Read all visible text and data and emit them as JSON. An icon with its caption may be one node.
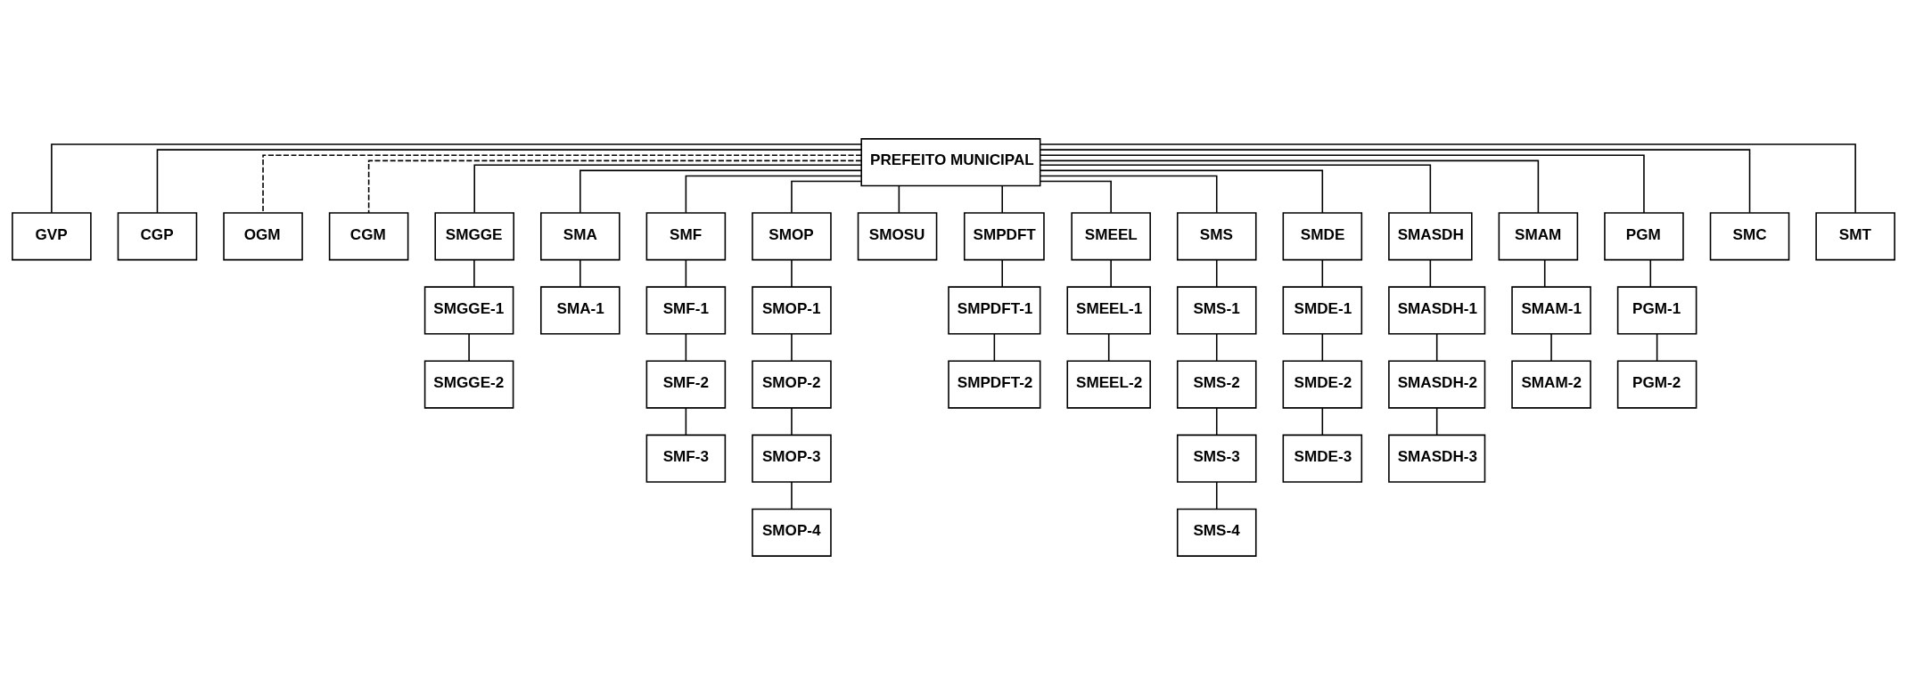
{
  "diagram": {
    "nodes": [
      {
        "text": [
          "PREFEITO MUNICIPAL"
        ]
      },
      {
        "text": [
          "GVP"
        ]
      },
      {
        "text": [
          "CGP"
        ]
      },
      {
        "text": [
          "OGM"
        ]
      },
      {
        "text": [
          "CGM"
        ]
      },
      {
        "text": [
          "SMGGE"
        ]
      },
      {
        "text": [
          "SMA"
        ]
      },
      {
        "text": [
          "SMF"
        ]
      },
      {
        "text": [
          "SMOP"
        ]
      },
      {
        "text": [
          "SMOSU"
        ]
      },
      {
        "text": [
          "SMPDFT"
        ]
      },
      {
        "text": [
          "SMEEL"
        ]
      },
      {
        "text": [
          "SMS"
        ]
      },
      {
        "text": [
          "SMDE"
        ]
      },
      {
        "text": [
          "SMASDH"
        ]
      },
      {
        "text": [
          "SMAM"
        ]
      },
      {
        "text": [
          "PGM"
        ]
      },
      {
        "text": [
          "SMC"
        ]
      },
      {
        "text": [
          "SMT"
        ]
      },
      {
        "text": [
          "SMGGE-1"
        ]
      },
      {
        "text": [
          "SMA-1"
        ]
      },
      {
        "text": [
          "SMF-1"
        ]
      },
      {
        "text": [
          "SMOP-1"
        ]
      },
      {
        "text": [
          "SMPDFT-1"
        ]
      },
      {
        "text": [
          "SMEEL-1"
        ]
      },
      {
        "text": [
          "SMS-1"
        ]
      },
      {
        "text": [
          "SMDE-1"
        ]
      },
      {
        "text": [
          "SMASDH-1"
        ]
      },
      {
        "text": [
          "SMAM-1"
        ]
      },
      {
        "text": [
          "PGM-1"
        ]
      },
      {
        "text": [
          "SMGGE-2"
        ]
      },
      {
        "text": [
          "SMF-2"
        ]
      },
      {
        "text": [
          "SMOP-2"
        ]
      },
      {
        "text": [
          "SMPDFT-2"
        ]
      },
      {
        "text": [
          "SMEEL-2"
        ]
      },
      {
        "text": [
          "SMS-2"
        ]
      },
      {
        "text": [
          "SMDE-2"
        ]
      },
      {
        "text": [
          "SMASDH-2"
        ]
      },
      {
        "text": [
          "SMAM-2"
        ]
      },
      {
        "text": [
          "PGM-2"
        ]
      },
      {
        "text": [
          "SMF-3"
        ]
      },
      {
        "text": [
          "SMOP-3"
        ]
      },
      {
        "text": [
          "SMS-3"
        ]
      },
      {
        "text": [
          "SMDE-3"
        ]
      },
      {
        "text": [
          "SMASDH-3"
        ]
      },
      {
        "text": [
          "SMOP-4"
        ]
      },
      {
        "text": [
          "SMS-4"
        ]
      }
    ],
    "edges": [
      {
        "from": 0,
        "to": 1,
        "arrow": "none"
      },
      {
        "from": 0,
        "to": 2,
        "arrow": "none"
      },
      {
        "from": 0,
        "to": 3,
        "arrow": "none",
        "style": "dashed"
      },
      {
        "from": 0,
        "to": 4,
        "arrow": "none",
        "style": "dashed"
      },
      {
        "from": 0,
        "to": 5,
        "arrow": "none"
      },
      {
        "from": 0,
        "to": 6,
        "arrow": "none"
      },
      {
        "from": 0,
        "to": 7,
        "arrow": "none"
      },
      {
        "from": 0,
        "to": 8,
        "arrow": "none"
      },
      {
        "from": 0,
        "to": 9,
        "arrow": "none"
      },
      {
        "from": 0,
        "to": 10,
        "arrow": "none"
      },
      {
        "from": 0,
        "to": 11,
        "arrow": "none"
      },
      {
        "from": 0,
        "to": 12,
        "arrow": "none"
      },
      {
        "from": 0,
        "to": 13,
        "arrow": "none"
      },
      {
        "from": 0,
        "to": 14,
        "arrow": "none"
      },
      {
        "from": 0,
        "to": 15,
        "arrow": "none"
      },
      {
        "from": 0,
        "to": 16,
        "arrow": "none"
      },
      {
        "from": 0,
        "to": 17,
        "arrow": "none"
      },
      {
        "from": 0,
        "to": 18,
        "arrow": "none"
      },
      {
        "from": 5,
        "to": 19,
        "arrow": "none"
      },
      {
        "from": 19,
        "to": 30,
        "arrow": "none"
      },
      {
        "from": 6,
        "to": 20,
        "arrow": "none"
      },
      {
        "from": 7,
        "to": 21,
        "arrow": "none"
      },
      {
        "from": 21,
        "to": 31,
        "arrow": "none"
      },
      {
        "from": 31,
        "to": 40,
        "arrow": "none"
      },
      {
        "from": 8,
        "to": 22,
        "arrow": "none"
      },
      {
        "from": 22,
        "to": 32,
        "arrow": "none"
      },
      {
        "from": 32,
        "to": 41,
        "arrow": "none"
      },
      {
        "from": 41,
        "to": 45,
        "arrow": "none"
      },
      {
        "from": 10,
        "to": 23,
        "arrow": "none"
      },
      {
        "from": 23,
        "to": 33,
        "arrow": "none"
      },
      {
        "from": 11,
        "to": 24,
        "arrow": "none"
      },
      {
        "from": 24,
        "to": 34,
        "arrow": "none"
      },
      {
        "from": 12,
        "to": 25,
        "arrow": "none"
      },
      {
        "from": 25,
        "to": 35,
        "arrow": "none"
      },
      {
        "from": 35,
        "to": 42,
        "arrow": "none"
      },
      {
        "from": 42,
        "to": 46,
        "arrow": "none"
      },
      {
        "from": 13,
        "to": 26,
        "arrow": "none"
      },
      {
        "from": 26,
        "to": 36,
        "arrow": "none"
      },
      {
        "from": 36,
        "to": 43,
        "arrow": "none"
      },
      {
        "from": 14,
        "to": 27,
        "arrow": "none"
      },
      {
        "from": 27,
        "to": 37,
        "arrow": "none"
      },
      {
        "from": 37,
        "to": 44,
        "arrow": "none"
      },
      {
        "from": 15,
        "to": 28,
        "arrow": "none"
      },
      {
        "from": 28,
        "to": 38,
        "arrow": "none"
      },
      {
        "from": 16,
        "to": 29,
        "arrow": "none"
      },
      {
        "from": 29,
        "to": 39,
        "arrow": "none"
      }
    ]
  }
}
